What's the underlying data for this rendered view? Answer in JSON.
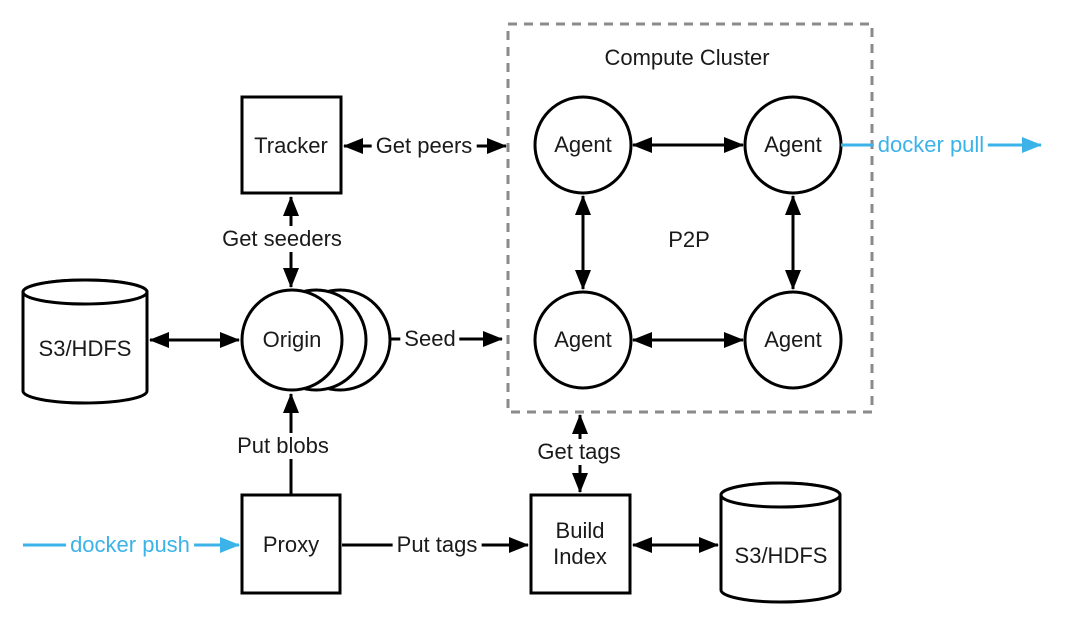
{
  "diagram": {
    "cluster": {
      "label": "Compute Cluster",
      "p2p_label": "P2P"
    },
    "nodes": {
      "tracker": {
        "label": "Tracker"
      },
      "origin": {
        "label": "Origin"
      },
      "s3_left": {
        "label": "S3/HDFS"
      },
      "proxy": {
        "label": "Proxy"
      },
      "build_index": {
        "line1": "Build",
        "line2": "Index"
      },
      "s3_right": {
        "label": "S3/HDFS"
      },
      "agent_top_left": {
        "label": "Agent"
      },
      "agent_top_right": {
        "label": "Agent"
      },
      "agent_bottom_left": {
        "label": "Agent"
      },
      "agent_bottom_right": {
        "label": "Agent"
      }
    },
    "edges": {
      "get_peers": {
        "label": "Get peers"
      },
      "get_seeders": {
        "label": "Get seeders"
      },
      "seed": {
        "label": "Seed"
      },
      "put_blobs": {
        "label": "Put blobs"
      },
      "docker_push": {
        "label": "docker push"
      },
      "put_tags": {
        "label": "Put tags"
      },
      "get_tags": {
        "label": "Get tags"
      },
      "docker_pull": {
        "label": "docker pull"
      }
    },
    "colors": {
      "stroke": "#000000",
      "accent_blue": "#3BB3E8",
      "cluster_border": "#8A8A8A"
    }
  }
}
